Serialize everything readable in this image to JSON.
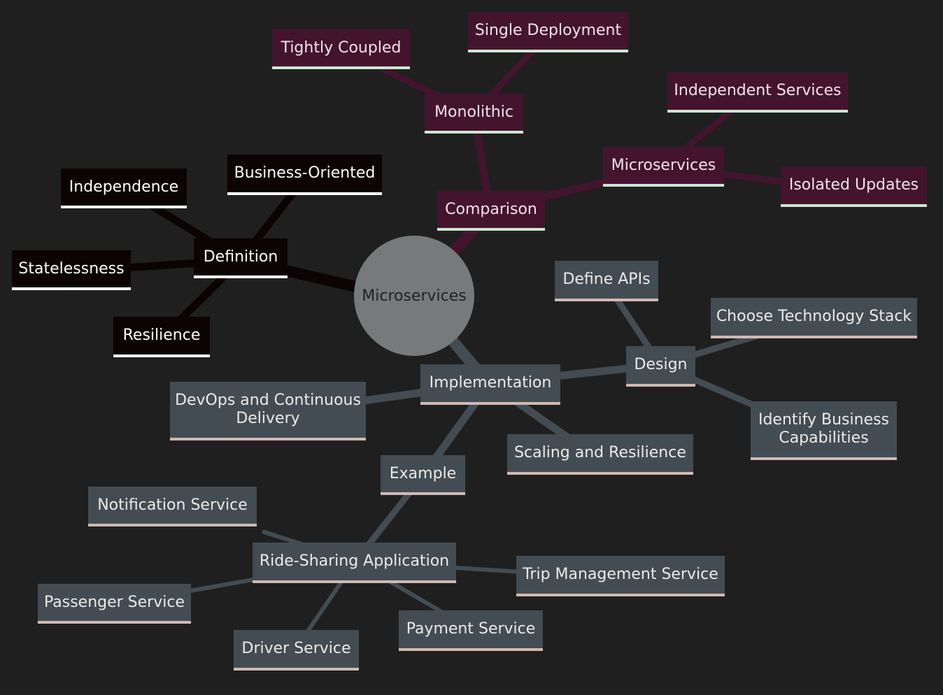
{
  "root": {
    "label": "Microservices"
  },
  "colors": {
    "background": "#1f1f1f",
    "definition_branch": "#0c0404",
    "comparison_branch": "#44142f",
    "implementation_branch": "#434c53",
    "root_fill": "#777a7b"
  },
  "definition": {
    "label": "Definition",
    "children": [
      "Business-Oriented",
      "Independence",
      "Statelessness",
      "Resilience"
    ]
  },
  "comparison": {
    "label": "Comparison",
    "monolithic": {
      "label": "Monolithic",
      "children": [
        "Tightly Coupled",
        "Single Deployment"
      ]
    },
    "microservices": {
      "label": "Microservices",
      "children": [
        "Independent Services",
        "Isolated Updates"
      ]
    }
  },
  "implementation": {
    "label": "Implementation",
    "design": {
      "label": "Design",
      "children": [
        "Define APIs",
        "Choose Technology Stack",
        "Identify Business\nCapabilities"
      ]
    },
    "devops": "DevOps and Continuous\nDelivery",
    "scaling": "Scaling and Resilience",
    "example": {
      "label": "Example",
      "app": {
        "label": "Ride-Sharing Application",
        "children": [
          "Notification Service",
          "Trip Management Service",
          "Passenger Service",
          "Payment Service",
          "Driver Service"
        ]
      }
    }
  }
}
